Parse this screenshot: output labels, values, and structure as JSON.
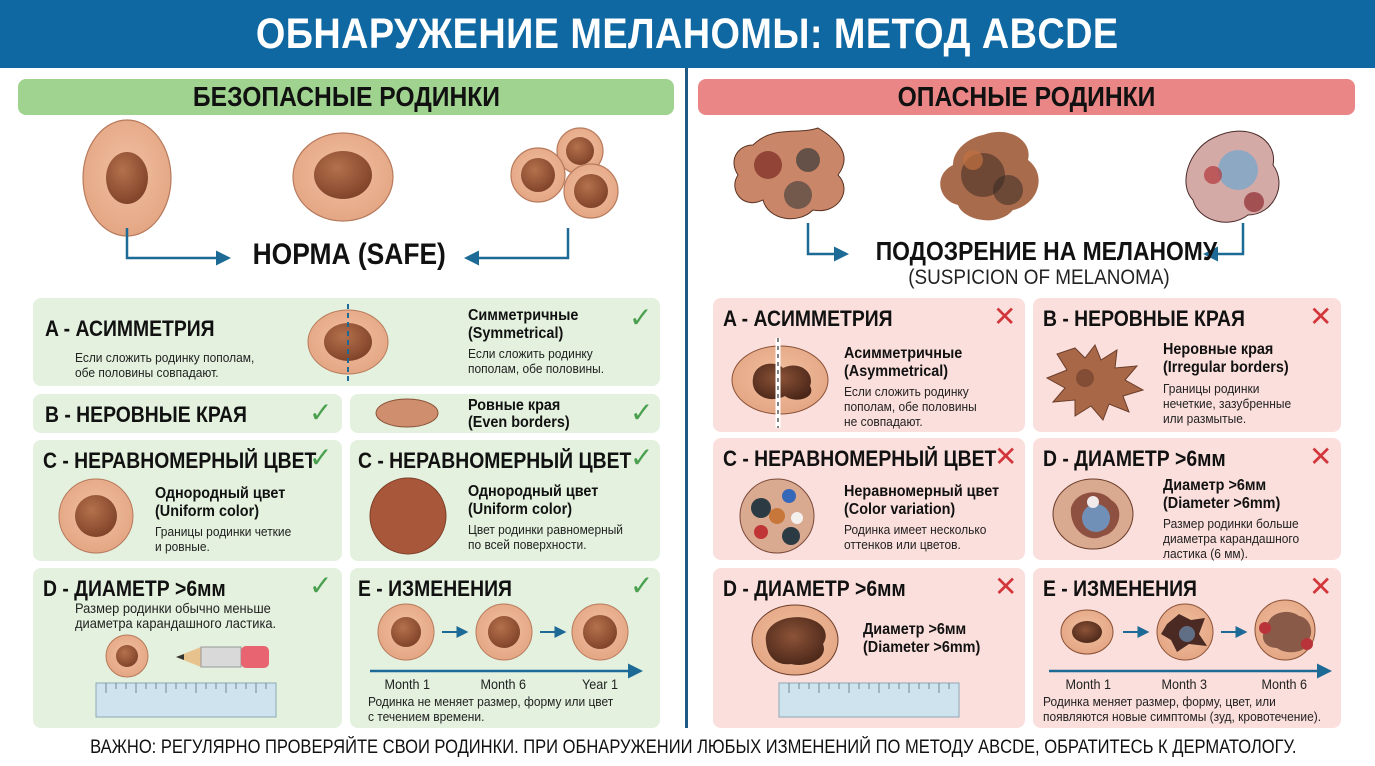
{
  "header": {
    "title": "ОБНАРУЖЕНИЕ МЕЛАНОМЫ: МЕТОД ABCDE"
  },
  "safe": {
    "banner": "БЕЗОПАСНЫЕ РОДИНКИ",
    "verdict": "НОРМА (SAFE)",
    "cards": {
      "a": {
        "title": "A - АСИММЕТРИЯ",
        "desc": [
          "Если сложить родинку пополам,",
          "обе половины совпадают."
        ],
        "side_title": [
          "Симметричные",
          "(Symmetrical)"
        ],
        "side_desc": [
          "Если сложить родинку",
          "пополам, обе половины."
        ],
        "mark": "✓"
      },
      "b": {
        "title": "B - НЕРОВНЫЕ КРАЯ",
        "mark": "✓",
        "side_title": [
          "Ровные края",
          "(Even borders)"
        ],
        "side_mark": "✓"
      },
      "c1": {
        "title": "C - НЕРАВНОМЕРНЫЙ ЦВЕТ",
        "mark": "✓",
        "sub": [
          "Однородный цвет",
          "(Uniform color)"
        ],
        "desc": [
          "Границы родинки четкие",
          "и ровные."
        ]
      },
      "c2": {
        "title": "C - НЕРАВНОМЕРНЫЙ ЦВЕТ",
        "mark": "✓",
        "sub": [
          "Однородный цвет",
          "(Uniform color)"
        ],
        "desc": [
          "Цвет родинки равномерный",
          "по всей поверхности."
        ]
      },
      "d": {
        "title": "D - ДИАМЕТР >6мм",
        "mark": "✓",
        "desc": [
          "Размер родинки обычно меньше",
          "диаметра карандашного ластика."
        ]
      },
      "e": {
        "title": "E - ИЗМЕНЕНИЯ",
        "mark": "✓",
        "timeline": [
          "Month 1",
          "Month 6",
          "Year 1"
        ],
        "desc": [
          "Родинка не меняет размер, форму или цвет",
          "с течением времени."
        ]
      }
    }
  },
  "danger": {
    "banner": "ОПАСНЫЕ РОДИНКИ",
    "verdict": "ПОДОЗРЕНИЕ НА МЕЛАНОМУ",
    "verdict_sub": "(SUSPICION OF MELANOMA)",
    "cards": {
      "a": {
        "title": "A - АСИММЕТРИЯ",
        "mark": "✕",
        "sub": [
          "Асимметричные",
          "(Asymmetrical)"
        ],
        "desc": [
          "Если сложить родинку",
          "пополам, обе половины",
          "не совпадают."
        ]
      },
      "b": {
        "title": "B - НЕРОВНЫЕ КРАЯ",
        "mark": "✕",
        "sub": [
          "Неровные края",
          "(Irregular borders)"
        ],
        "desc": [
          "Границы родинки",
          "нечеткие, зазубренные",
          "или размытые."
        ]
      },
      "c": {
        "title": "C - НЕРАВНОМЕРНЫЙ ЦВЕТ",
        "mark": "✕",
        "sub": [
          "Неравномерный цвет",
          "(Color variation)"
        ],
        "desc": [
          "Родинка имеет несколько",
          "оттенков или цветов."
        ]
      },
      "d1": {
        "title": "D - ДИАМЕТР >6мм",
        "mark": "✕",
        "sub": [
          "Диаметр >6мм",
          "(Diameter >6mm)"
        ],
        "desc": [
          "Размер родинки больше",
          "диаметра карандашного",
          "ластика (6 мм)."
        ]
      },
      "d2": {
        "title": "D - ДИАМЕТР >6мм",
        "mark": "✕",
        "sub": [
          "Диаметр >6мм",
          "(Diameter >6mm)"
        ]
      },
      "e": {
        "title": "E - ИЗМЕНЕНИЯ",
        "mark": "✕",
        "timeline": [
          "Month 1",
          "Month 3",
          "Month 6"
        ],
        "desc": [
          "Родинка меняет размер, форму, цвет, или",
          "появляются новые симптомы (зуд, кровотечение)."
        ]
      }
    }
  },
  "footer": {
    "text": "ВАЖНО: РЕГУЛЯРНО ПРОВЕРЯЙТЕ СВОИ РОДИНКИ. ПРИ ОБНАРУЖЕНИИ ЛЮБЫХ ИЗМЕНЕНИЙ ПО МЕТОДУ ABCDE, ОБРАТИТЕСЬ К ДЕРМАТОЛОГУ."
  },
  "colors": {
    "header": "#0f68a2",
    "safe_banner": "#9fd38f",
    "danger_banner": "#ea8686",
    "safe_card": "#e3f1de",
    "danger_card": "#fbdfdc",
    "check": "#4aa04f",
    "cross": "#d2363a",
    "arrow": "#1d6a96"
  }
}
